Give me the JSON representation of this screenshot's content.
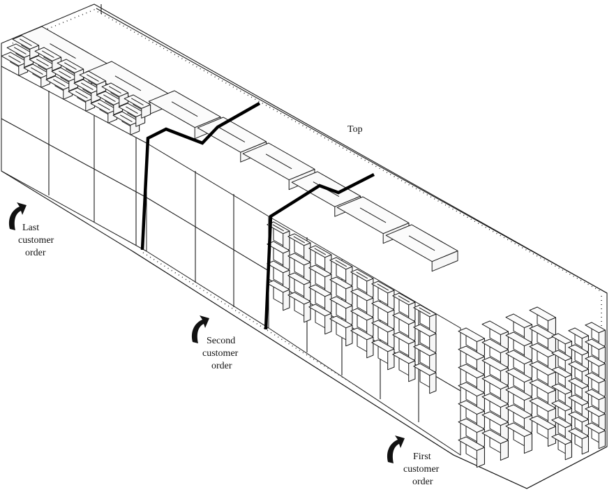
{
  "labels": {
    "top": "Top",
    "last_order": [
      "Last",
      "customer",
      "order"
    ],
    "second_order": [
      "Second",
      "customer",
      "order"
    ],
    "first_order": [
      "First",
      "customer",
      "order"
    ]
  },
  "colors": {
    "line": "#1a1a1a",
    "separator": "#000000",
    "box_face": "#ffffff",
    "background": "#ffffff"
  },
  "icons": {
    "order_pointer": "curved-arrow-icon"
  }
}
